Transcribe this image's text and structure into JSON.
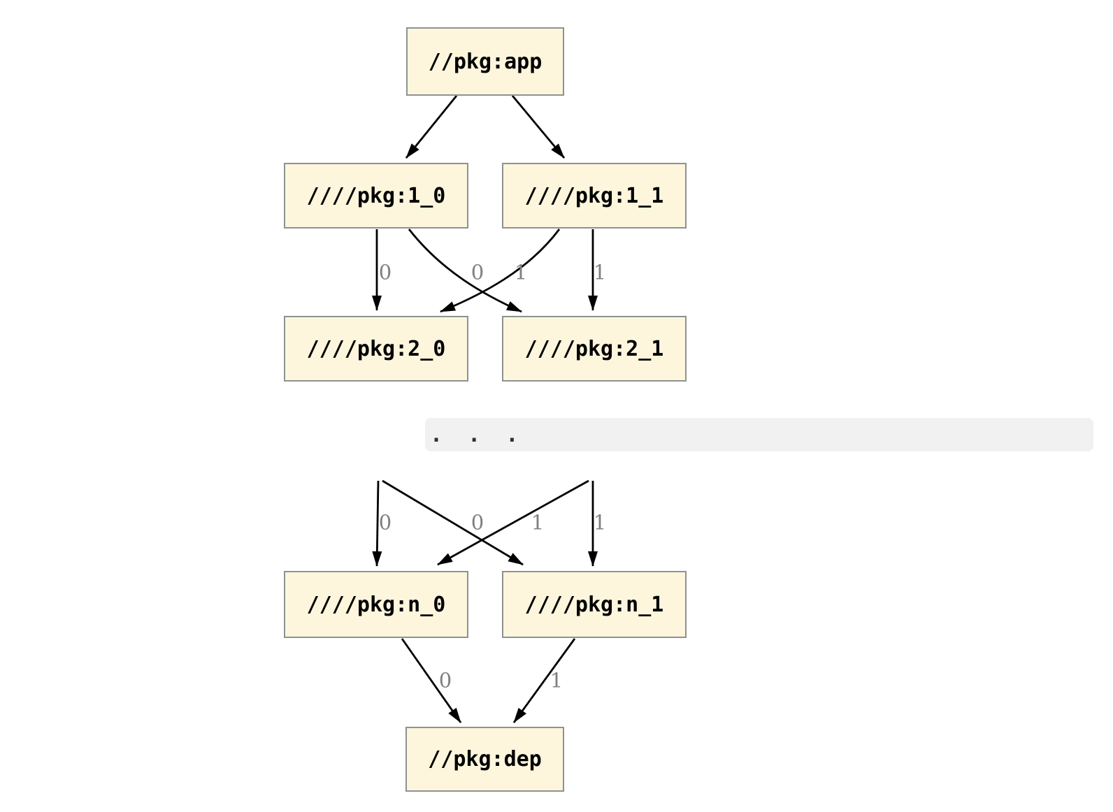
{
  "diagram_type": "dependency-graph",
  "nodes": {
    "app": {
      "label": "//pkg:app"
    },
    "l1_0": {
      "label": "////pkg:1_0"
    },
    "l1_1": {
      "label": "////pkg:1_1"
    },
    "l2_0": {
      "label": "////pkg:2_0"
    },
    "l2_1": {
      "label": "////pkg:2_1"
    },
    "ln_0": {
      "label": "////pkg:n_0"
    },
    "ln_1": {
      "label": "////pkg:n_1"
    },
    "dep": {
      "label": "//pkg:dep"
    }
  },
  "ellipsis": {
    "text": ".  .  ."
  },
  "edge_labels": {
    "upper": [
      "0",
      "0",
      "1",
      "1"
    ],
    "lower": [
      "0",
      "0",
      "1",
      "1"
    ],
    "bottom": [
      "0",
      "1"
    ]
  },
  "connections": [
    {
      "from": "//pkg:app",
      "to": "////pkg:1_0",
      "label": ""
    },
    {
      "from": "//pkg:app",
      "to": "////pkg:1_1",
      "label": ""
    },
    {
      "from": "////pkg:1_0",
      "to": "////pkg:2_0",
      "label": "0"
    },
    {
      "from": "////pkg:1_0",
      "to": "////pkg:2_1",
      "label": "1"
    },
    {
      "from": "////pkg:1_1",
      "to": "////pkg:2_0",
      "label": "0"
    },
    {
      "from": "////pkg:1_1",
      "to": "////pkg:2_1",
      "label": "1"
    },
    {
      "from": "...",
      "to": "////pkg:n_0",
      "label": "0"
    },
    {
      "from": "...",
      "to": "////pkg:n_1",
      "label": "1"
    },
    {
      "from": "...",
      "to": "////pkg:n_0",
      "label": "0"
    },
    {
      "from": "...",
      "to": "////pkg:n_1",
      "label": "1"
    },
    {
      "from": "////pkg:n_0",
      "to": "//pkg:dep",
      "label": "0"
    },
    {
      "from": "////pkg:n_1",
      "to": "//pkg:dep",
      "label": "1"
    }
  ],
  "colors": {
    "node_fill": "#fdf6dd",
    "node_border": "#8d9292",
    "edge_color": "#000000",
    "edge_label_color": "#808080",
    "band_bg": "#f1f1f1",
    "band_text_color": "#2f2f2f",
    "node_text_color": "#000000",
    "page_bg": "#ffffff"
  }
}
